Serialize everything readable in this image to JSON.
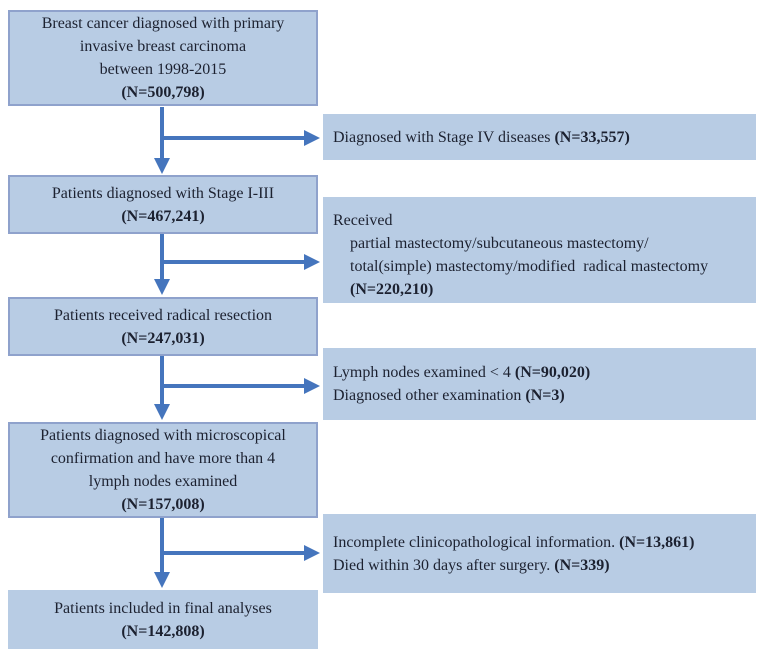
{
  "colors": {
    "box_fill": "#b8cce4",
    "box_border": "#8fa2cc",
    "arrow": "#4575bd",
    "text": "#1c2130"
  },
  "main_boxes": [
    {
      "lines": [
        "Breast cancer diagnosed with primary",
        "invasive breast carcinoma",
        "between 1998-2015"
      ],
      "n": "(N=500,798)"
    },
    {
      "lines": [
        "Patients diagnosed with Stage I-III"
      ],
      "n": "(N=467,241)"
    },
    {
      "lines": [
        "Patients received radical resection"
      ],
      "n": "(N=247,031)"
    },
    {
      "lines": [
        "Patients diagnosed with microscopical",
        "confirmation and have more than 4",
        "lymph nodes examined"
      ],
      "n": "(N=157,008)"
    },
    {
      "lines": [
        "Patients included in final analyses"
      ],
      "n": "(N=142,808)"
    }
  ],
  "side_boxes": [
    {
      "lines": [
        {
          "text": "Diagnosed with Stage IV diseases ",
          "n": "(N=33,557)"
        }
      ]
    },
    {
      "lines": [
        {
          "text": "Received"
        },
        {
          "text": "partial mastectomy/subcutaneous mastectomy/"
        },
        {
          "text": "total(simple) mastectomy/modified  radical mastectomy"
        },
        {
          "text": "",
          "n": "(N=220,210)"
        }
      ]
    },
    {
      "lines": [
        {
          "text": "Lymph nodes examined < 4 ",
          "n": "(N=90,020)"
        },
        {
          "text": "Diagnosed other examination ",
          "n": "(N=3)"
        }
      ]
    },
    {
      "lines": [
        {
          "text": "Incomplete clinicopathological information. ",
          "n": "(N=13,861)"
        },
        {
          "text": "Died within 30 days after surgery. ",
          "n": "(N=339)"
        }
      ]
    }
  ]
}
